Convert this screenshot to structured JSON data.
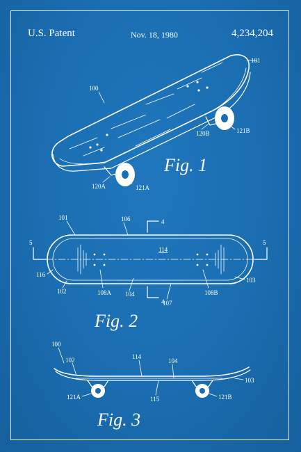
{
  "header": {
    "left": "U.S. Patent",
    "date": "Nov. 18, 1980",
    "number": "4,234,204"
  },
  "figures": {
    "fig1": {
      "caption": "Fig. 1",
      "labels": {
        "ref100": "100",
        "ref101": "101",
        "ref120A": "120A",
        "ref121A": "121A",
        "ref120B": "120B",
        "ref121B": "121B"
      }
    },
    "fig2": {
      "caption": "Fig. 2",
      "labels": {
        "ref101": "101",
        "ref106": "106",
        "ref4a": "4",
        "ref4b": "4",
        "ref5a": "5",
        "ref5b": "5",
        "ref114": "114",
        "ref116": "116",
        "ref102": "102",
        "ref108A": "108A",
        "ref104": "104",
        "ref107": "107",
        "ref108B": "108B",
        "ref103": "103"
      }
    },
    "fig3": {
      "caption": "Fig. 3",
      "labels": {
        "ref100": "100",
        "ref102": "102",
        "ref114": "114",
        "ref104": "104",
        "ref103": "103",
        "ref121A": "121A",
        "ref115": "115",
        "ref121B": "121B"
      }
    }
  }
}
